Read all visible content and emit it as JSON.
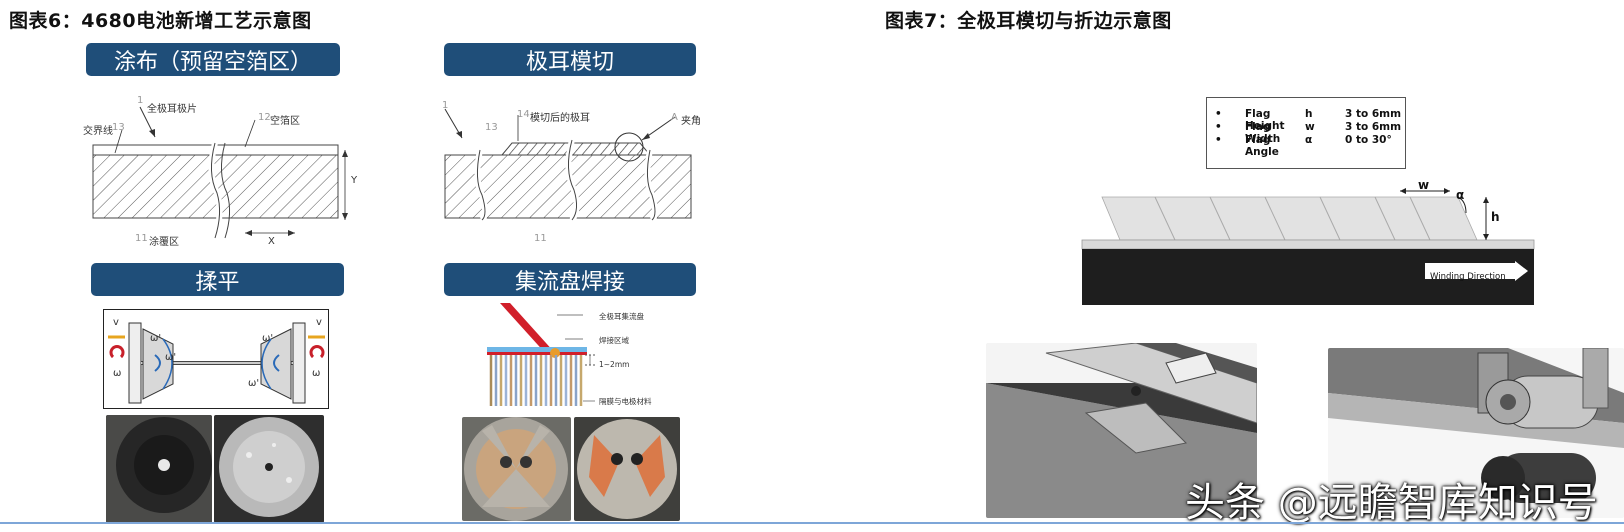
{
  "figure6": {
    "title": "图表6：4680电池新增工艺示意图",
    "panels": {
      "coating": {
        "banner": "涂布（预留空箔区）",
        "labels": {
          "full_tab_sheet": "全极耳极片",
          "num_1": "1",
          "boundary_line": "交界线",
          "num_13": "13",
          "blank_foil_area": "空箔区",
          "num_12": "12",
          "coating_area": "涂覆区",
          "num_11": "11",
          "axis_y": "Y",
          "axis_x": "X"
        }
      },
      "die_cut": {
        "banner": "极耳模切",
        "labels": {
          "num_1": "1",
          "num_13": "13",
          "die_cut_tab": "模切后的极耳",
          "num_14": "14",
          "angle": "夹角",
          "num_A": "A",
          "num_11": "11"
        }
      },
      "flatten": {
        "banner": "揉平",
        "labels": {
          "v_left": "v",
          "v_right": "v",
          "omega_1": "ω'",
          "omega_2": "ω'",
          "omega_3": "ω'",
          "omega_4": "ω'",
          "omega_5": "ω",
          "omega_6": "ω"
        }
      },
      "welding": {
        "banner": "集流盘焊接",
        "labels": {
          "collector_plate": "全极耳集流盘",
          "weld_area": "焊接区域",
          "gap": "1~2mm",
          "separator": "隔膜与电极材料"
        }
      }
    }
  },
  "figure7": {
    "title": "图表7：全极耳模切与折边示意图",
    "spec_table": [
      {
        "bullet": "•",
        "name": "Flag Height",
        "symbol": "h",
        "range": "3 to 6mm"
      },
      {
        "bullet": "•",
        "name": "Flag Width",
        "symbol": "w",
        "range": "3 to 6mm"
      },
      {
        "bullet": "•",
        "name": "Flag Angle",
        "symbol": "α",
        "range": "0 to 30°"
      }
    ],
    "diagram_labels": {
      "w": "w",
      "alpha": "α",
      "h": "h",
      "direction": "Winding Direction"
    }
  },
  "watermark": "头条 @远瞻智库知识号",
  "colors": {
    "banner": "#1f4e79",
    "weld_red": "#d11f2a",
    "rule": "#7ea6d8"
  }
}
